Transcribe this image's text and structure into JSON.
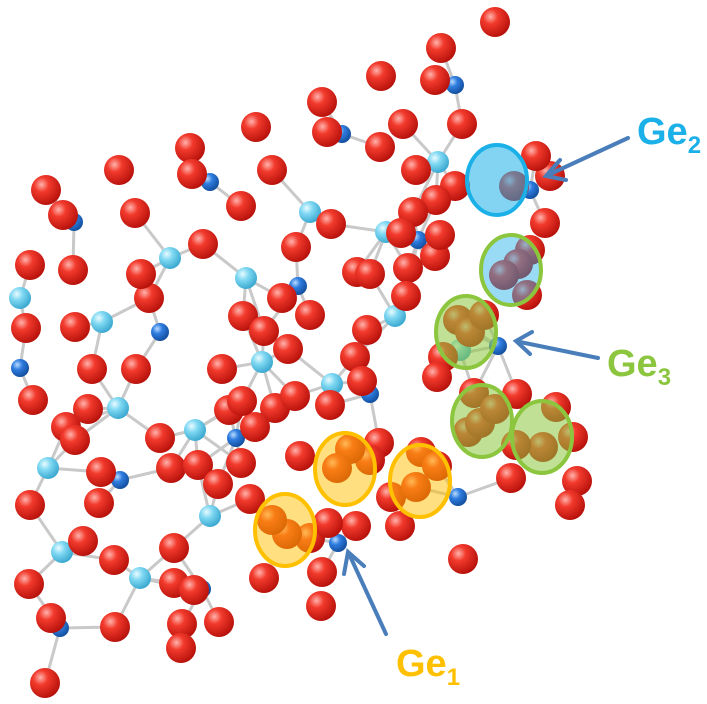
{
  "labels": {
    "ge2": {
      "main": "Ge",
      "sub": "2",
      "color": "#1CB0E8"
    },
    "ge3": {
      "main": "Ge",
      "sub": "3",
      "color": "#8CC63E"
    },
    "ge1": {
      "main": "Ge",
      "sub": "1",
      "color": "#FFC000"
    }
  },
  "colors": {
    "oxygen": "#E8201A",
    "germanium_light": "#7FD8F2",
    "germanium_dark": "#1F6FD6",
    "bond": "#C9C9C9",
    "arrow": "#4A7EBB",
    "ring_ge1": "#FFC000",
    "ring_ge2": "#1CB0E8",
    "ring_ge3": "#8CC63E"
  }
}
